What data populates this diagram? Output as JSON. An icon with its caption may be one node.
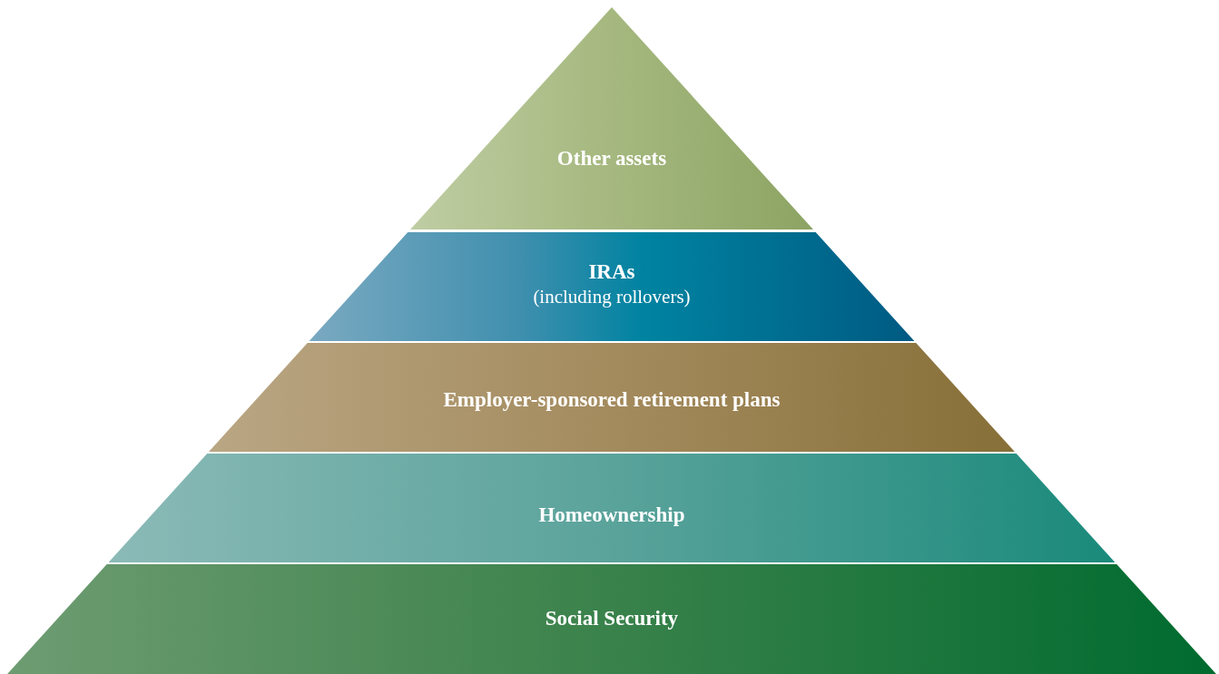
{
  "diagram": {
    "nodes": [
      {
        "text": [
          "Other assets"
        ]
      },
      {
        "text": [
          "IRAs",
          "(including rollovers)"
        ]
      },
      {
        "text": [
          "Employer-sponsored retirement plans"
        ]
      },
      {
        "text": [
          "Homeownership"
        ]
      },
      {
        "text": [
          "Social Security"
        ]
      }
    ]
  }
}
